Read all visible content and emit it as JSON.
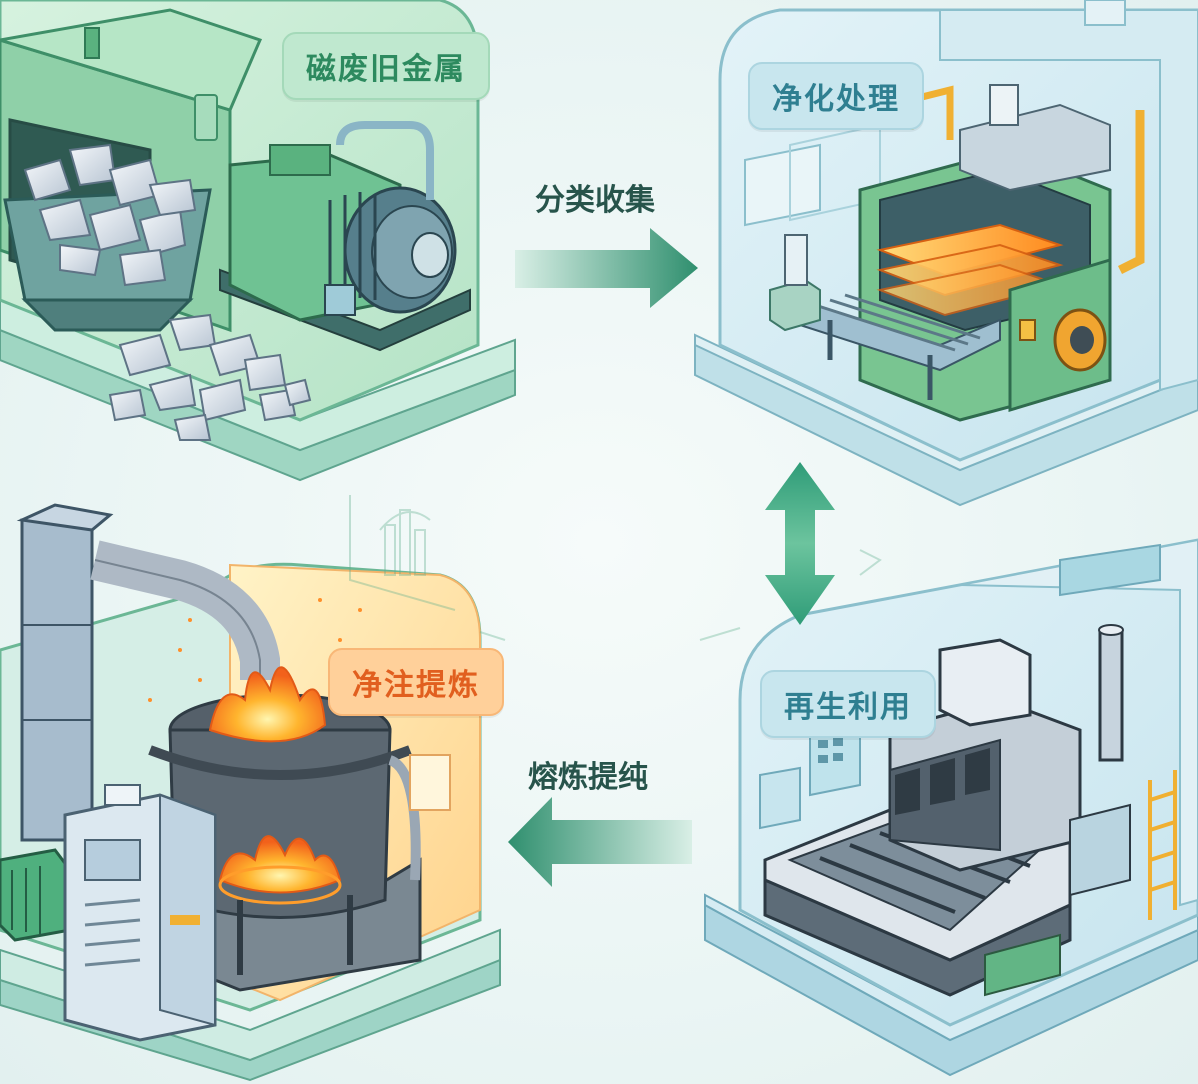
{
  "stages": [
    {
      "label": "磁废旧金属"
    },
    {
      "label": "净化处理"
    },
    {
      "label": "净注提炼"
    },
    {
      "label": "再生利用"
    }
  ],
  "flows": {
    "top": "分类收集",
    "bottom": "熔炼提纯"
  },
  "colors": {
    "arrow": "#3f9e7d",
    "accent_green": "#7fcf9c",
    "accent_blue": "#9fd2de",
    "fire": "#ff8a1e"
  },
  "icons": [
    "scrap-metal-icon",
    "motor-icon",
    "conveyor-oven-icon",
    "furnace-icon",
    "press-machine-icon",
    "double-arrow-icon"
  ]
}
